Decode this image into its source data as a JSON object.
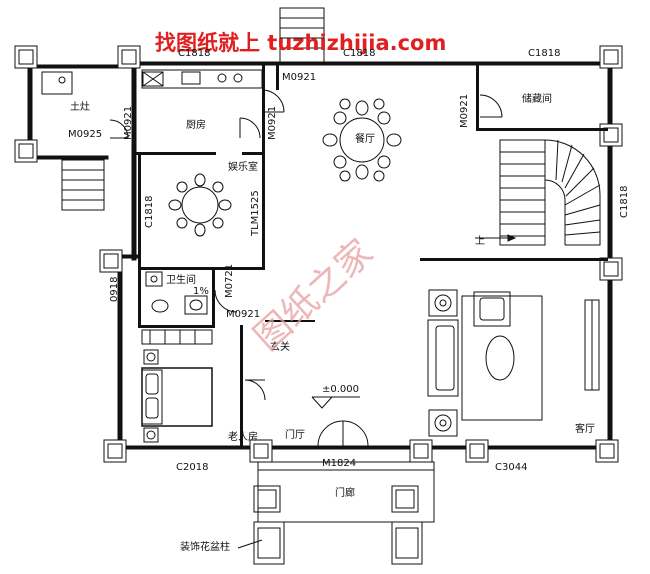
{
  "watermark": {
    "top": "找图纸就上 tuzhizhijia.com",
    "diagonal": "图纸之家"
  },
  "rooms": {
    "stove": "土灶",
    "kitchen": "厨房",
    "dining": "餐厅",
    "storage": "储藏间",
    "entertainment": "娱乐室",
    "bathroom": "卫生间",
    "foyer": "玄关",
    "elder_room": "老人房",
    "entrance_hall": "门厅",
    "living": "客厅",
    "porch": "门廊",
    "column": "装饰花盆柱"
  },
  "annotations": {
    "c1818_a": "C1818",
    "c1818_b": "C1818",
    "c1818_c": "C1818",
    "c1818_d": "C1818",
    "c1818_e": "C1818",
    "m0921_a": "M0921",
    "m0921_b": "M0921",
    "m0921_c": "M0921",
    "m0921_d": "M0921",
    "m0921_e": "M0921",
    "m0925": "M0925",
    "tlm1525": "TLM1525",
    "m0721": "M0721",
    "c0918": "0918",
    "slope": "1%",
    "up": "上",
    "elevation": "±0.000",
    "c2018": "C2018",
    "m1824": "M1824",
    "c3044": "C3044"
  }
}
